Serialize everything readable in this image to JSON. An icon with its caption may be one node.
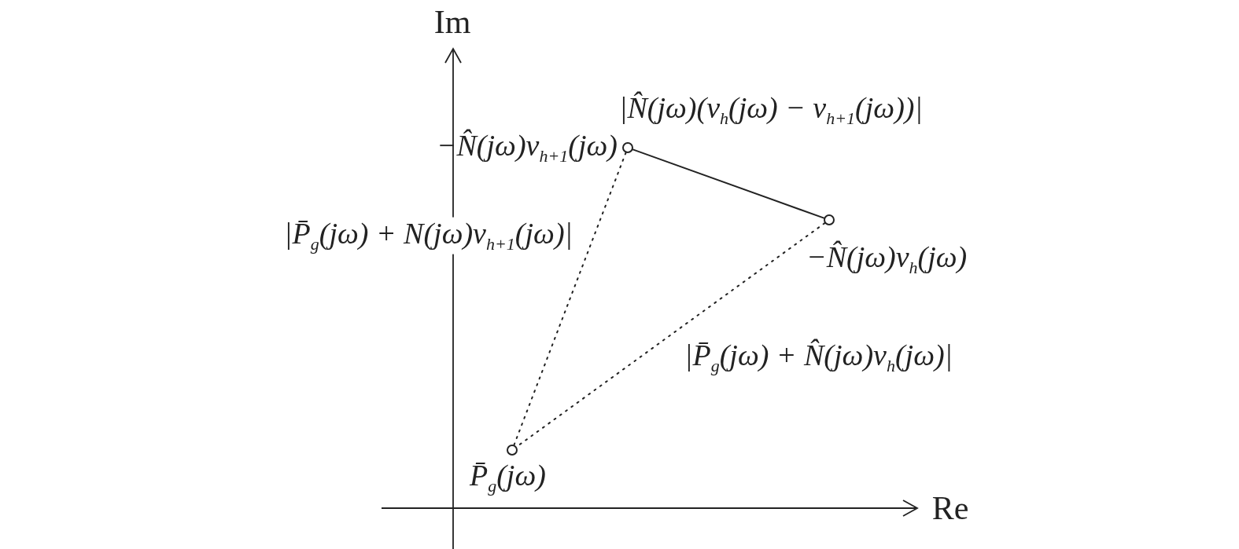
{
  "diagram": {
    "nodes": [
      {
        "text": [],
        "shape": "circle",
        "beside": [
          "−N̂(jω)v$_{h+1}$(jω)"
        ]
      },
      {
        "text": [],
        "shape": "circle",
        "beside": [
          "−N̂(jω)v$_{h}$(jω)"
        ]
      },
      {
        "text": [],
        "shape": "circle",
        "beside": [
          "P̄$_{g}$(jω)"
        ]
      }
    ],
    "edges": [
      {
        "from": 0,
        "to": 1,
        "arrow": "none",
        "label": "|N̂(jω)(v$_{h}$(jω) − v$_{h+1}$(jω))|"
      },
      {
        "from": 0,
        "to": 2,
        "arrow": "none",
        "style": "dashed",
        "label": "|P̄$_{g}$(jω) + N(jω)v$_{h+1}$(jω)|"
      },
      {
        "from": 1,
        "to": 2,
        "arrow": "none",
        "style": "dashed",
        "label": "|P̄$_{g}$(jω) + N̂(jω)v$_{h}$(jω)|"
      }
    ],
    "labels": [
      "Im",
      "Re"
    ]
  }
}
